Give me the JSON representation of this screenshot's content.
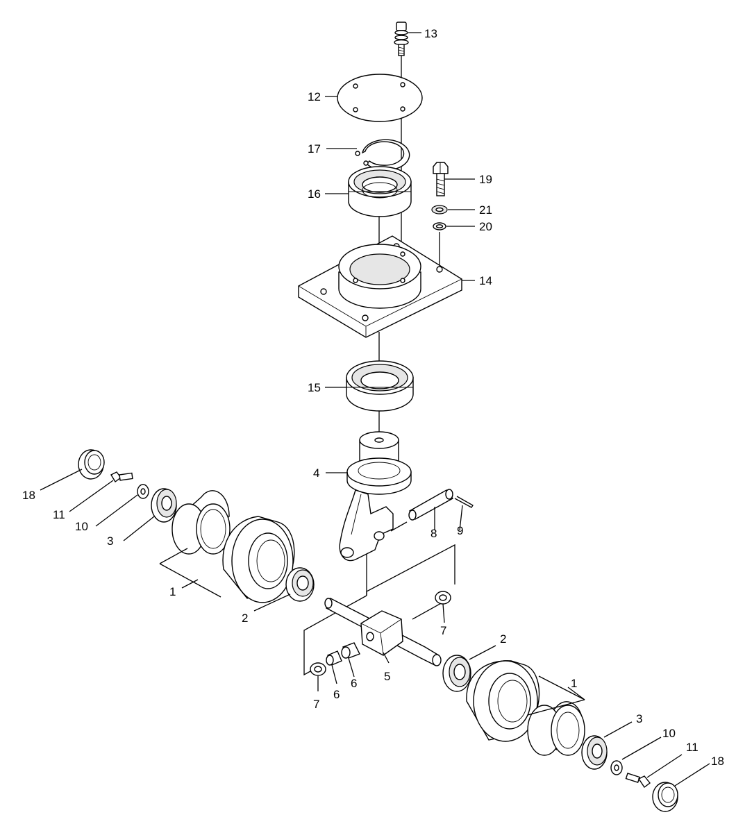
{
  "callouts": {
    "c13": "13",
    "c12": "12",
    "c17": "17",
    "c16": "16",
    "c19": "19",
    "c21": "21",
    "c20": "20",
    "c14": "14",
    "c15": "15",
    "c4": "4",
    "c18_left": "18",
    "c11_left": "11",
    "c10_left": "10",
    "c3_left": "3",
    "c1_left": "1",
    "c2_left": "2",
    "c8": "8",
    "c9": "9",
    "c7_right": "7",
    "c7_left": "7",
    "c6_a": "6",
    "c6_b": "6",
    "c5": "5",
    "c2_right": "2",
    "c1_right": "1",
    "c3_right": "3",
    "c10_right": "10",
    "c11_right": "11",
    "c18_right": "18"
  }
}
